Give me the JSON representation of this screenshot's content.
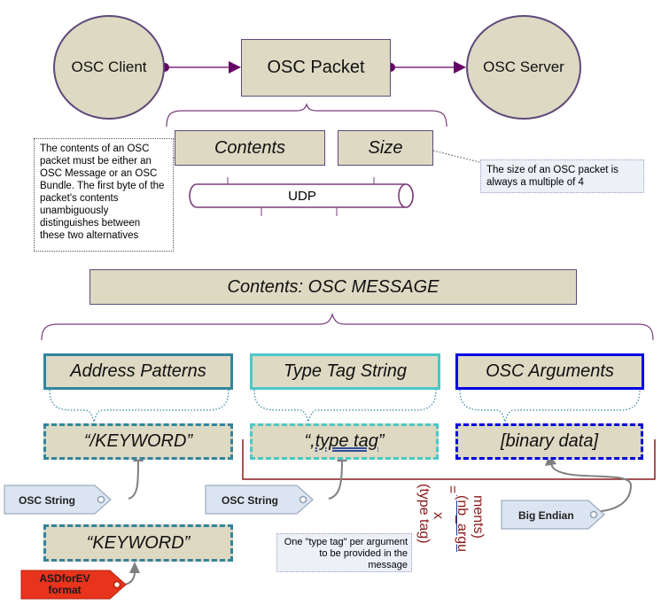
{
  "top": {
    "client": "OSC Client",
    "packet": "OSC Packet",
    "server": "OSC Server"
  },
  "packet_parts": {
    "contents": "Contents",
    "size": "Size",
    "transport": "UDP"
  },
  "notes": {
    "contents_note": "The contents of an OSC packet must be either an OSC Message or an OSC Bundle. The first byte of the packet's contents unambiguously distinguishes between these two alternatives",
    "size_note": "The size of an OSC packet is always a multiple of 4",
    "type_tag_note": "One \"type tag\" per argument to be provided in the message"
  },
  "message": {
    "title": "Contents: OSC MESSAGE",
    "address": "Address Patterns",
    "type_tag": "Type Tag String",
    "arguments": "OSC Arguments",
    "address_value": "“/KEYWORD”",
    "type_tag_comma": "“,",
    "type_tag_value": "type tag",
    "type_tag_close": "”",
    "arguments_value": "[binary data]",
    "keyword_value": "“KEYWORD”"
  },
  "tags": {
    "osc_string_1": "OSC String",
    "osc_string_2": "OSC String",
    "big_endian": "Big Endian",
    "asdforev_1": "ASDforEV",
    "asdforev_2": "format"
  },
  "relation": {
    "col1_line1": "(type tag)",
    "col1_line2": "x",
    "col2_line1": "=",
    "col2_line2": "(nb_argu",
    "col2_line3": "ments)"
  },
  "colors": {
    "node_fill": "#ddd9c3",
    "node_border": "#5f497a",
    "connector": "#660066",
    "address_border": "#31859c",
    "typetag_border": "#4bc8c8",
    "arguments_border": "#0000e0",
    "relation_text": "#8b1a1a",
    "asdforev_fill": "#e8341c"
  }
}
